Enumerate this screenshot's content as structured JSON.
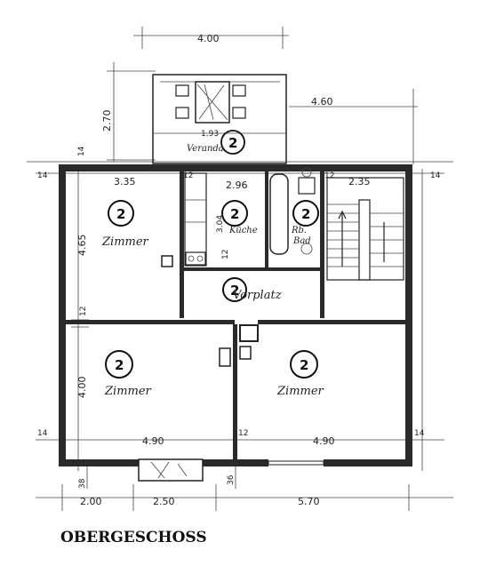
{
  "title": "OBERGESCHOSS",
  "dimensions": {
    "balcony_width": "4.00",
    "balcony_depth": "2.70",
    "balcony_right": "4.60",
    "balcony_inner": "1.93",
    "wall_14_top": "14",
    "wall_14_left": "14",
    "wall_14_right": "14",
    "room1_width": "3.35",
    "kitchen_width": "2.96",
    "stair_width": "2.35",
    "wall_12_a": "12",
    "wall_12_b": "12",
    "wall_12_c": "12",
    "room1_depth": "4.65",
    "kitchen_depth": "3.04",
    "wall_12_left": "12",
    "lower_depth": "4.00",
    "lower_left_width": "4.90",
    "lower_right_width": "4.90",
    "wall_14_bl": "14",
    "wall_12_mid": "12",
    "wall_14_br": "14",
    "bottom_38": "38",
    "bottom_36": "36",
    "bottom_200": "2.00",
    "bottom_250": "2.50",
    "bottom_570": "5.70"
  },
  "rooms": {
    "veranda": "Veranda",
    "zimmer_top": "Zimmer",
    "kueche": "Küche",
    "bad": "Bad",
    "bad_prefix": "Rb.",
    "vorplatz": "Vorplatz",
    "zimmer_left": "Zimmer",
    "zimmer_right": "Zimmer"
  },
  "badges": {
    "b_veranda": "2",
    "b_zimmer_top": "2",
    "b_kueche": "2",
    "b_bad": "2",
    "b_vorplatz": "2",
    "b_zimmer_left": "2",
    "b_zimmer_right": "2"
  }
}
